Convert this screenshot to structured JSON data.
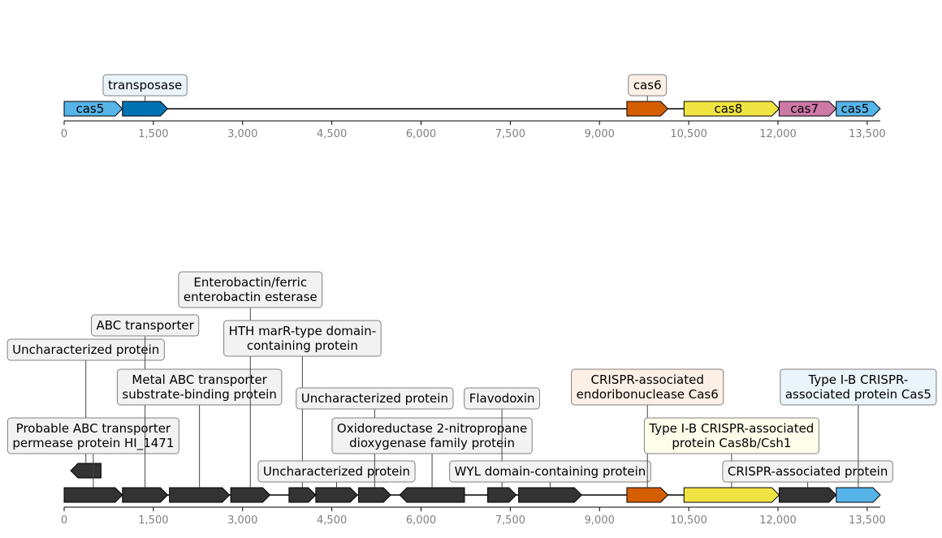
{
  "axis": {
    "ticks": [
      "0",
      "1,500",
      "3,000",
      "4,500",
      "6,000",
      "7,500",
      "9,000",
      "10,500",
      "12,000",
      "13,500"
    ]
  },
  "top_track": {
    "genes": [
      {
        "start": 0,
        "end": 980,
        "dir": 1,
        "color": "#56B4E9",
        "label": "cas5"
      },
      {
        "start": 980,
        "end": 1740,
        "dir": 1,
        "color": "#0072B2",
        "label": ""
      },
      {
        "start": 9460,
        "end": 10150,
        "dir": 1,
        "color": "#D55E00",
        "label": ""
      },
      {
        "start": 10420,
        "end": 12020,
        "dir": 1,
        "color": "#F0E442",
        "label": "cas8"
      },
      {
        "start": 12020,
        "end": 12980,
        "dir": 1,
        "color": "#CC79A7",
        "label": "cas7"
      },
      {
        "start": 12980,
        "end": 13720,
        "dir": 1,
        "color": "#56B4E9",
        "label": "cas5"
      }
    ],
    "callouts": [
      {
        "gene": 1,
        "text": [
          "transposase"
        ],
        "fill": "#EAF4FB"
      },
      {
        "gene": 2,
        "text": [
          "cas6"
        ],
        "fill": "#FCEFE5"
      }
    ]
  },
  "bottom_track": {
    "genes": [
      {
        "start": 0,
        "end": 980,
        "dir": 1,
        "color": "#333333"
      },
      {
        "start": 980,
        "end": 1740,
        "dir": 1,
        "color": "#333333"
      },
      {
        "start": 1770,
        "end": 2780,
        "dir": 1,
        "color": "#333333"
      },
      {
        "start": 2800,
        "end": 3460,
        "dir": 1,
        "color": "#333333"
      },
      {
        "start": 3780,
        "end": 4230,
        "dir": 1,
        "color": "#333333"
      },
      {
        "start": 4230,
        "end": 4930,
        "dir": 1,
        "color": "#333333"
      },
      {
        "start": 4950,
        "end": 5490,
        "dir": 1,
        "color": "#333333"
      },
      {
        "start": 5640,
        "end": 6730,
        "dir": -1,
        "color": "#333333"
      },
      {
        "start": 7120,
        "end": 7600,
        "dir": 1,
        "color": "#333333"
      },
      {
        "start": 7640,
        "end": 8700,
        "dir": 1,
        "color": "#333333"
      },
      {
        "start": 9460,
        "end": 10150,
        "dir": 1,
        "color": "#D55E00"
      },
      {
        "start": 10420,
        "end": 12020,
        "dir": 1,
        "color": "#F0E442"
      },
      {
        "start": 12020,
        "end": 12980,
        "dir": 1,
        "color": "#333333"
      },
      {
        "start": 12980,
        "end": 13720,
        "dir": 1,
        "color": "#56B4E9"
      },
      {
        "start": 110,
        "end": 620,
        "dir": -1,
        "color": "#333333",
        "raised": true
      }
    ],
    "callouts": [
      {
        "gene": 14,
        "text": [
          "Uncharacterized protein"
        ],
        "fill": "#F2F2F2"
      },
      {
        "gene": 0,
        "text": [
          "Probable ABC transporter",
          "permease protein HI_1471"
        ],
        "fill": "#F2F2F2"
      },
      {
        "gene": 1,
        "text": [
          "ABC transporter"
        ],
        "fill": "#F2F2F2"
      },
      {
        "gene": 2,
        "text": [
          "Metal ABC transporter",
          "substrate-binding protein"
        ],
        "fill": "#F2F2F2"
      },
      {
        "gene": 3,
        "text": [
          "Enterobactin/ferric",
          "enterobactin esterase"
        ],
        "fill": "#F2F2F2"
      },
      {
        "gene": 4,
        "text": [
          "HTH marR-type domain-",
          "containing protein"
        ],
        "fill": "#F2F2F2"
      },
      {
        "gene": 5,
        "text": [
          "Uncharacterized protein"
        ],
        "fill": "#F2F2F2"
      },
      {
        "gene": 6,
        "text": [
          "Uncharacterized protein"
        ],
        "fill": "#F2F2F2"
      },
      {
        "gene": 7,
        "text": [
          "Oxidoreductase 2-nitropropane",
          "dioxygenase family protein"
        ],
        "fill": "#F2F2F2"
      },
      {
        "gene": 8,
        "text": [
          "Flavodoxin"
        ],
        "fill": "#F2F2F2"
      },
      {
        "gene": 9,
        "text": [
          "WYL domain-containing protein"
        ],
        "fill": "#F2F2F2"
      },
      {
        "gene": 10,
        "text": [
          "CRISPR-associated",
          "endoribonuclease Cas6"
        ],
        "fill": "#FCEFE5"
      },
      {
        "gene": 11,
        "text": [
          "Type I-B CRISPR-associated",
          "protein Cas8b/Csh1"
        ],
        "fill": "#FEFDE9"
      },
      {
        "gene": 12,
        "text": [
          "CRISPR-associated protein"
        ],
        "fill": "#F2F2F2"
      },
      {
        "gene": 13,
        "text": [
          "Type I-B CRISPR-",
          "associated protein Cas5"
        ],
        "fill": "#EAF4FB"
      }
    ]
  }
}
